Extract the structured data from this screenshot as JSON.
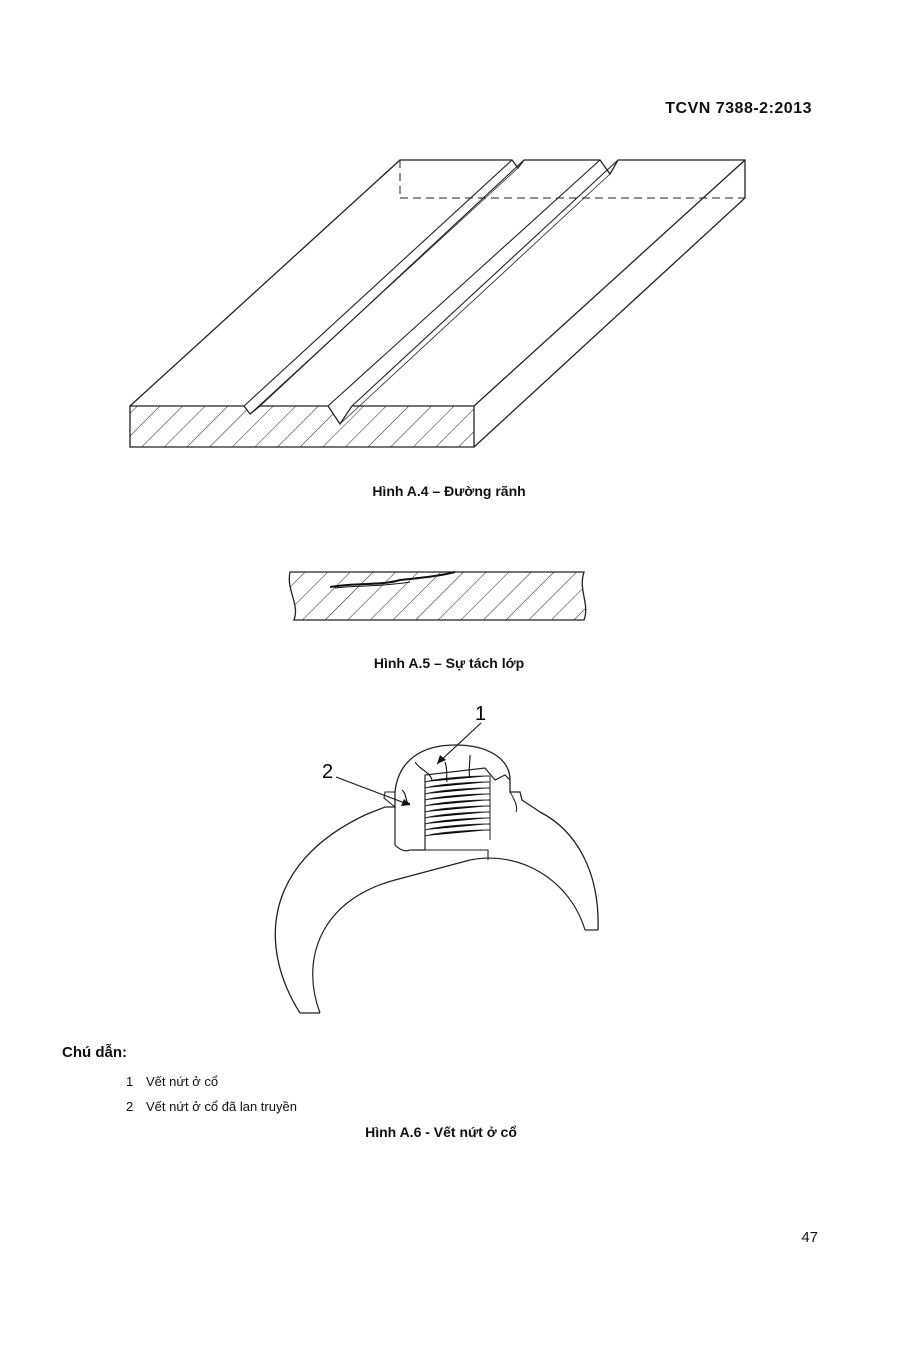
{
  "header": {
    "standard_code": "TCVN 7388-2:2013"
  },
  "figures": [
    {
      "caption": "Hình  A.4 –  Đường rãnh"
    },
    {
      "caption": "Hình A.5 – Sự tách lớp"
    },
    {
      "caption": "Hình A.6 -  Vết nứt ở cổ",
      "callouts": [
        "1",
        "2"
      ]
    }
  ],
  "legend": {
    "title": "Chú dẫn:",
    "items": [
      {
        "number": "1",
        "text": "Vết nứt ở cổ"
      },
      {
        "number": "2",
        "text": "Vết nứt ở cổ đã lan truyền"
      }
    ]
  },
  "footer": {
    "page_number": "47"
  }
}
